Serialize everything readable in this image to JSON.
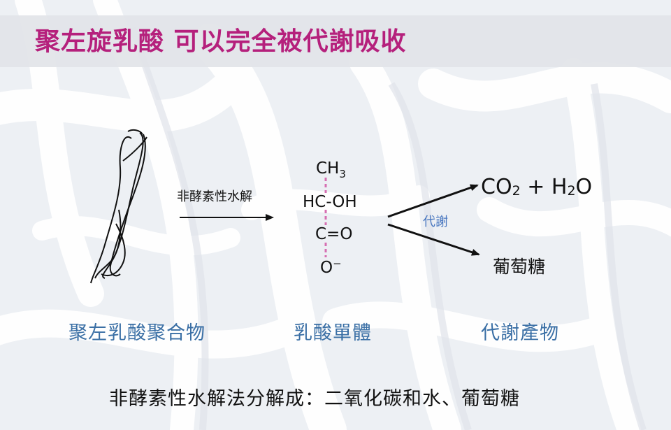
{
  "title": "聚左旋乳酸 可以完全被代謝吸收",
  "hydrolysis_label": "非酵素性水解",
  "metabolism_label": "代謝",
  "molecule": {
    "line1": "CH",
    "line1_sub": "3",
    "line2": "HC-OH",
    "line3": "C=O",
    "line4": "O",
    "line4_sup": "−"
  },
  "product_top": {
    "co": "CO",
    "co_sub": "2",
    "plus": "+",
    "h": "H",
    "h_sub": "2",
    "o": "O"
  },
  "product_bottom": "葡萄糖",
  "labels": {
    "polymer": "聚左乳酸聚合物",
    "monomer": "乳酸單體",
    "products": "代謝產物"
  },
  "summary": "非酵素性水解法分解成：二氧化碳和水、葡萄糖",
  "colors": {
    "title": "#b5207c",
    "label_blue": "#3a6fa5",
    "bond_dash": "#d66fb2",
    "metab_label": "#4a78c0"
  }
}
